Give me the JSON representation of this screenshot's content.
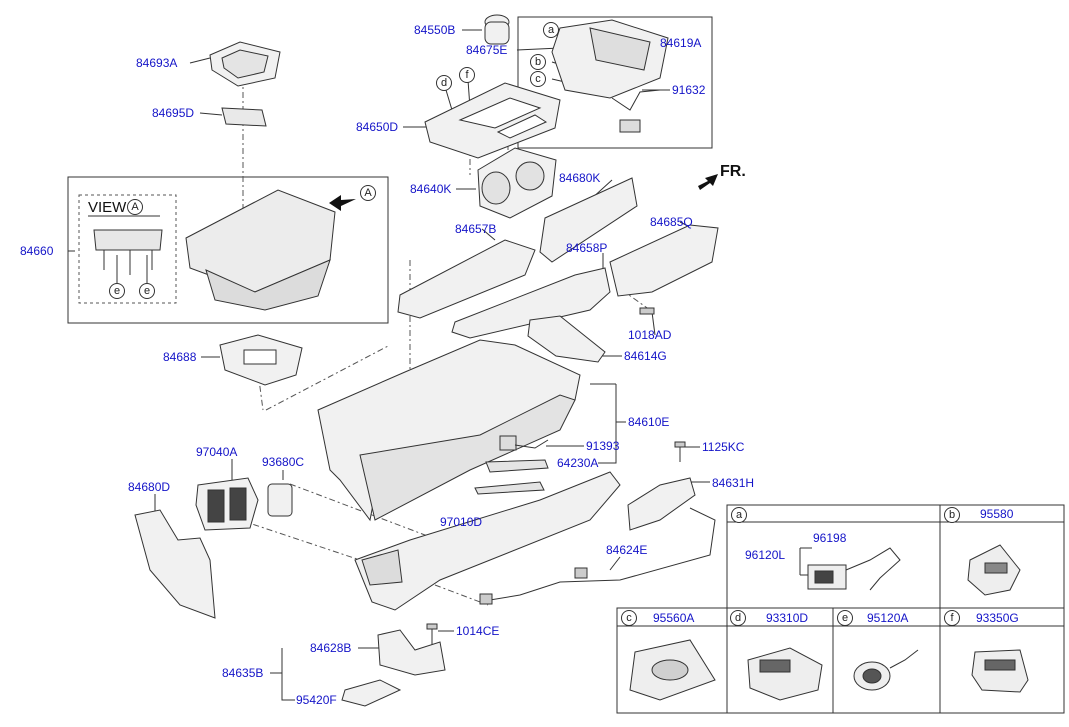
{
  "view_label": "VIEW",
  "view_ref": "A",
  "arrow_ref": "A",
  "front_label": "FR.",
  "refs": {
    "a": "a",
    "b": "b",
    "c": "c",
    "d": "d",
    "e": "e",
    "f": "f"
  },
  "parts": {
    "p84550B": "84550B",
    "p84675E": "84675E",
    "p84619A": "84619A",
    "p91632": "91632",
    "p84693A": "84693A",
    "p84695D": "84695D",
    "p84650D": "84650D",
    "p84640K": "84640K",
    "p84680K": "84680K",
    "p84685Q": "84685Q",
    "p84660": "84660",
    "p84657B": "84657B",
    "p84658P": "84658P",
    "p1018AD": "1018AD",
    "p84688": "84688",
    "p84614G": "84614G",
    "p84610E": "84610E",
    "p91393": "91393",
    "p64230A": "64230A",
    "p1125KC": "1125KC",
    "p97040A": "97040A",
    "p93680C": "93680C",
    "p84680D": "84680D",
    "p97010D": "97010D",
    "p84631H": "84631H",
    "p84624E": "84624E",
    "p1014CE": "1014CE",
    "p84628B": "84628B",
    "p84635B": "84635B",
    "p95420F": "95420F"
  },
  "table": {
    "a_id": "a",
    "a_parts": [
      "96198",
      "96120L"
    ],
    "b_id": "b",
    "b_part": "95580",
    "c_id": "c",
    "c_part": "95560A",
    "d_id": "d",
    "d_part": "93310D",
    "e_id": "e",
    "e_part": "95120A",
    "f_id": "f",
    "f_part": "93350G"
  }
}
